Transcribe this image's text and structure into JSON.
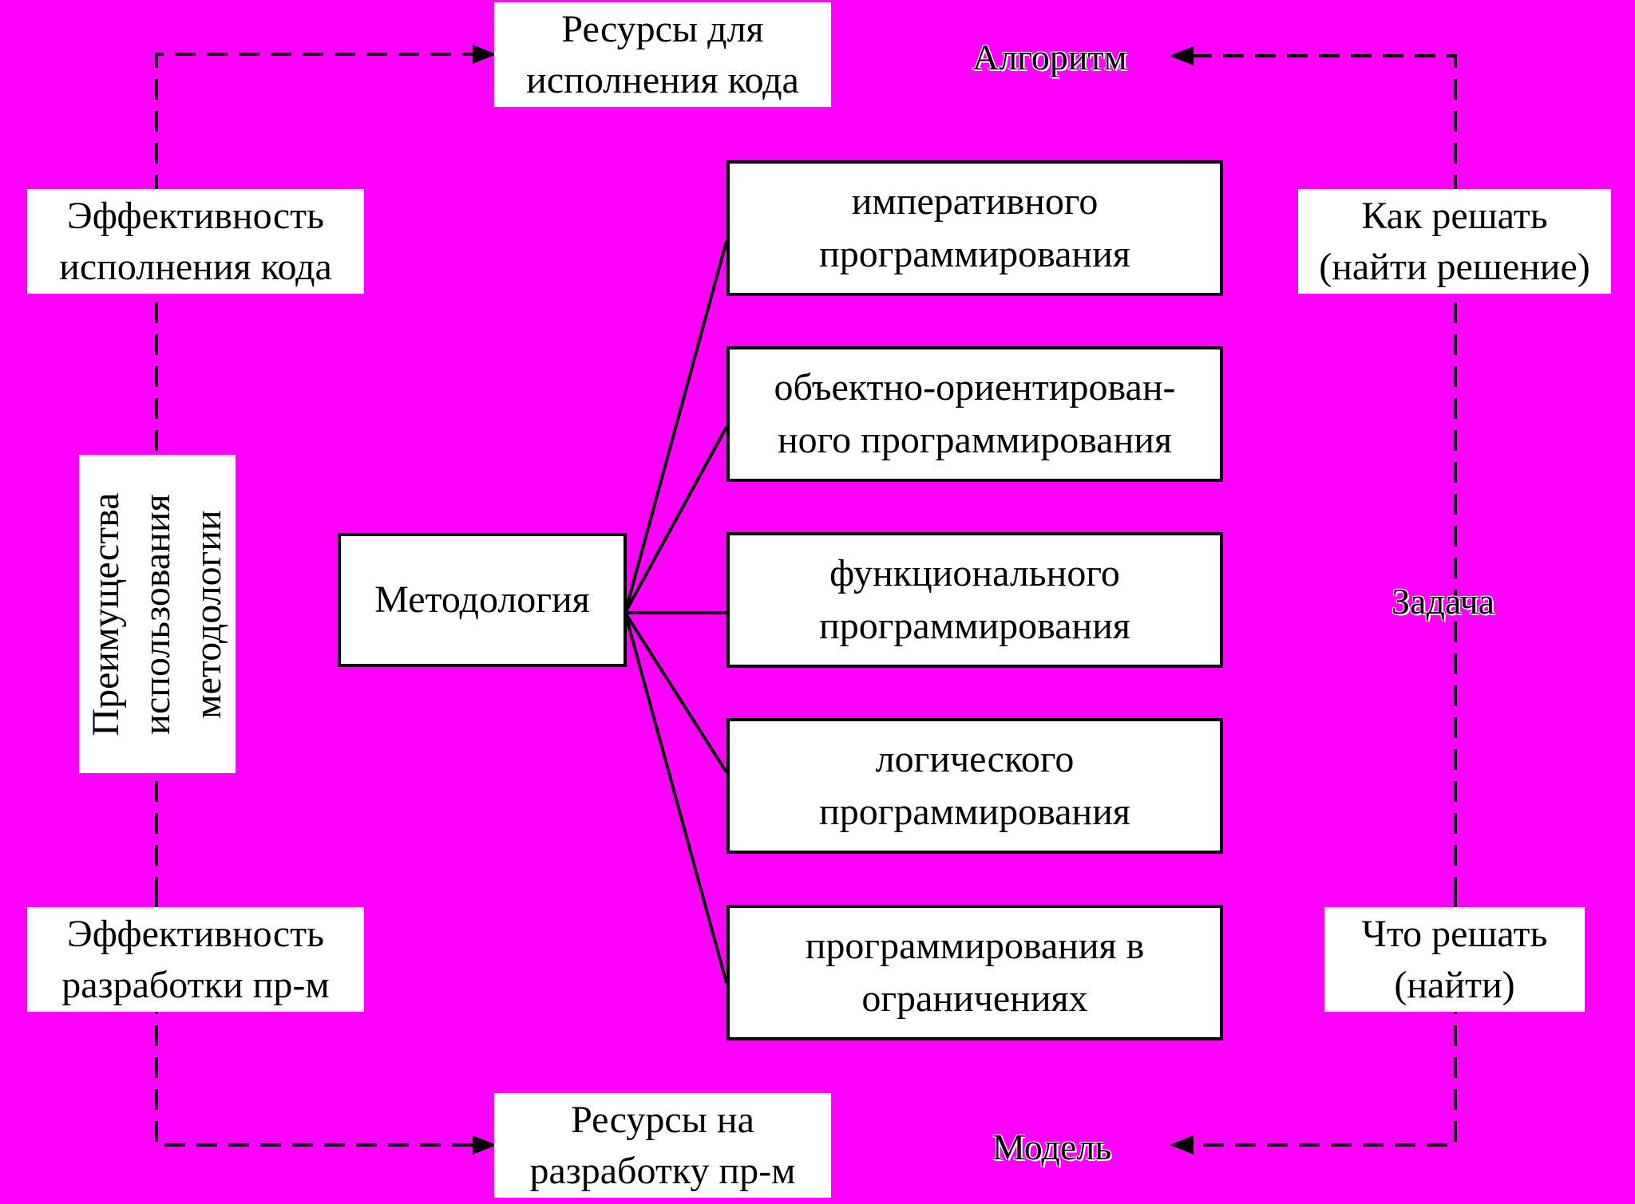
{
  "center": {
    "label": "Методология"
  },
  "methods": [
    {
      "line1": "императивного",
      "line2": "программирования"
    },
    {
      "line1": "объектно-ориентирован-",
      "line2": "ного программирования"
    },
    {
      "line1": "функционального",
      "line2": "программирования"
    },
    {
      "line1": "логического",
      "line2": "программирования"
    },
    {
      "line1": "программирования в",
      "line2": "ограничениях"
    }
  ],
  "left": {
    "resources_exec": {
      "line1": "Ресурсы для",
      "line2": "исполнения кода"
    },
    "efficiency_exec": {
      "line1": "Эффективность",
      "line2": "исполнения кода"
    },
    "advantages": {
      "line1": "Преимущества",
      "line2": "использования",
      "line3": "методологии"
    },
    "efficiency_dev": {
      "line1": "Эффективность",
      "line2": "разработки пр-м"
    },
    "resources_dev": {
      "line1": "Ресурсы на",
      "line2": "разработку пр-м"
    }
  },
  "right": {
    "algorithm": "Алгоритм",
    "how_to_solve": {
      "line1": "Как решать",
      "line2": "(найти решение)"
    },
    "task": "Задача",
    "what_to_solve": {
      "line1": "Что решать",
      "line2": "(найти)"
    },
    "model": "Модель"
  },
  "colors": {
    "background": "#FF00FF",
    "box": "#FFFFFF",
    "line": "#000000"
  }
}
